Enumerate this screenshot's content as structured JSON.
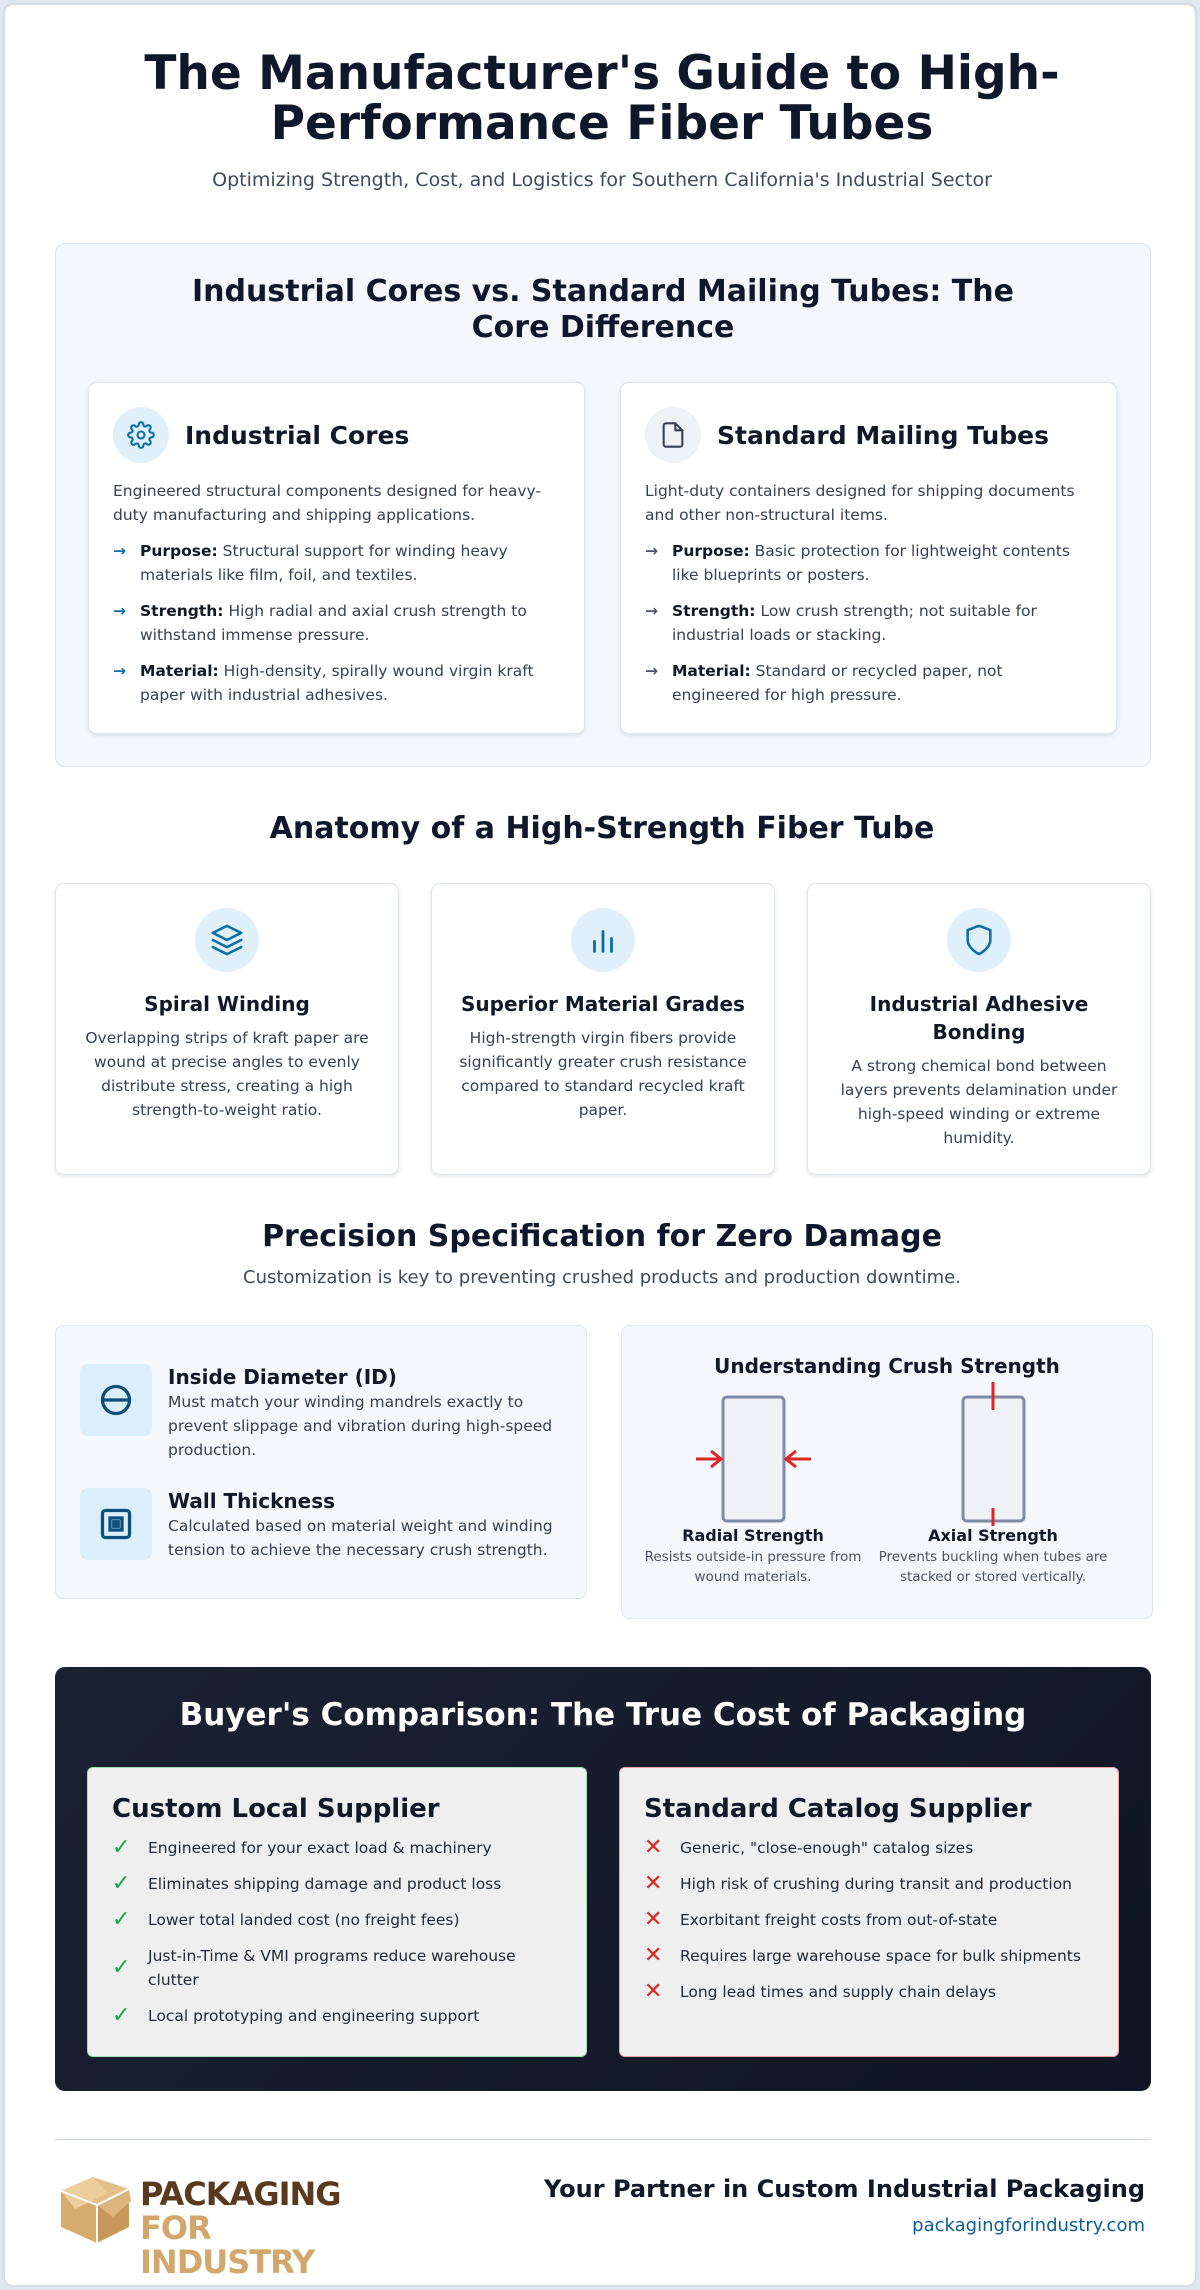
{
  "header": {
    "title": "The Manufacturer's Guide to High-Performance Fiber Tubes",
    "subtitle": "Optimizing Strength, Cost, and Logistics for Southern California's Industrial Sector"
  },
  "comparison": {
    "heading": "Industrial Cores vs. Standard Mailing Tubes: The Core Difference",
    "cards": [
      {
        "icon": "gear-icon",
        "title": "Industrial Cores",
        "description": "Engineered structural components designed for heavy-duty manufacturing and shipping applications.",
        "points": [
          {
            "label": "Purpose:",
            "text": "Structural support for winding heavy materials like film, foil, and textiles."
          },
          {
            "label": "Strength:",
            "text": "High radial and axial crush strength to withstand immense pressure."
          },
          {
            "label": "Material:",
            "text": "High-density, spirally wound virgin kraft paper with industrial adhesives."
          }
        ]
      },
      {
        "icon": "document-icon",
        "title": "Standard Mailing Tubes",
        "description": "Light-duty containers designed for shipping documents and other non-structural items.",
        "points": [
          {
            "label": "Purpose:",
            "text": "Basic protection for lightweight contents like blueprints or posters."
          },
          {
            "label": "Strength:",
            "text": "Low crush strength; not suitable for industrial loads or stacking."
          },
          {
            "label": "Material:",
            "text": "Standard or recycled paper, not engineered for high pressure."
          }
        ]
      }
    ]
  },
  "anatomy": {
    "heading": "Anatomy of a High-Strength Fiber Tube",
    "features": [
      {
        "icon": "layers-icon",
        "title": "Spiral Winding",
        "text": "Overlapping strips of kraft paper are wound at precise angles to evenly distribute stress, creating a high strength-to-weight ratio."
      },
      {
        "icon": "bar-chart-icon",
        "title": "Superior Material Grades",
        "text": "High-strength virgin fibers provide significantly greater crush resistance compared to standard recycled kraft paper."
      },
      {
        "icon": "shield-icon",
        "title": "Industrial Adhesive Bonding",
        "text": "A strong chemical bond between layers prevents delamination under high-speed winding or extreme humidity."
      }
    ]
  },
  "precision": {
    "heading": "Precision Specification for Zero Damage",
    "subheading": "Customization is key to preventing crushed products and production downtime.",
    "specs": [
      {
        "icon": "diameter-icon",
        "title": "Inside Diameter (ID)",
        "text": "Must match your winding mandrels exactly to prevent slippage and vibration during high-speed production."
      },
      {
        "icon": "wall-thickness-icon",
        "title": "Wall Thickness",
        "text": "Calculated based on material weight and winding tension to achieve the necessary crush strength."
      }
    ],
    "crush": {
      "title": "Understanding Crush Strength",
      "radial": {
        "label": "Radial Strength",
        "text": "Resists outside-in pressure from wound materials."
      },
      "axial": {
        "label": "Axial Strength",
        "text": "Prevents buckling when tubes are stacked or stored vertically."
      }
    }
  },
  "buyer": {
    "heading": "Buyer's Comparison: The True Cost of Packaging",
    "custom": {
      "title": "Custom Local Supplier",
      "items": [
        "Engineered for your exact load & machinery",
        "Eliminates shipping damage and product loss",
        "Lower total landed cost (no freight fees)",
        "Just-in-Time & VMI programs reduce warehouse clutter",
        "Local prototyping and engineering support"
      ]
    },
    "catalog": {
      "title": "Standard Catalog Supplier",
      "items": [
        "Generic, \"close-enough\" catalog sizes",
        "High risk of crushing during transit and production",
        "Exorbitant freight costs from out-of-state",
        "Requires large warehouse space for bulk shipments",
        "Long lead times and supply chain delays"
      ]
    }
  },
  "footer": {
    "logo_line1": "PACKAGING",
    "logo_line2": "FOR INDUSTRY",
    "tagline": "Your Partner in Custom Industrial Packaging",
    "website": "packagingforindustry.com"
  },
  "colors": {
    "accent": "#0b6ea5",
    "dark_panel": "#151b2a",
    "check": "#16a34a",
    "cross": "#dc2626",
    "logo_brown": "#5a3a1c",
    "logo_tan": "#d2a76b"
  }
}
